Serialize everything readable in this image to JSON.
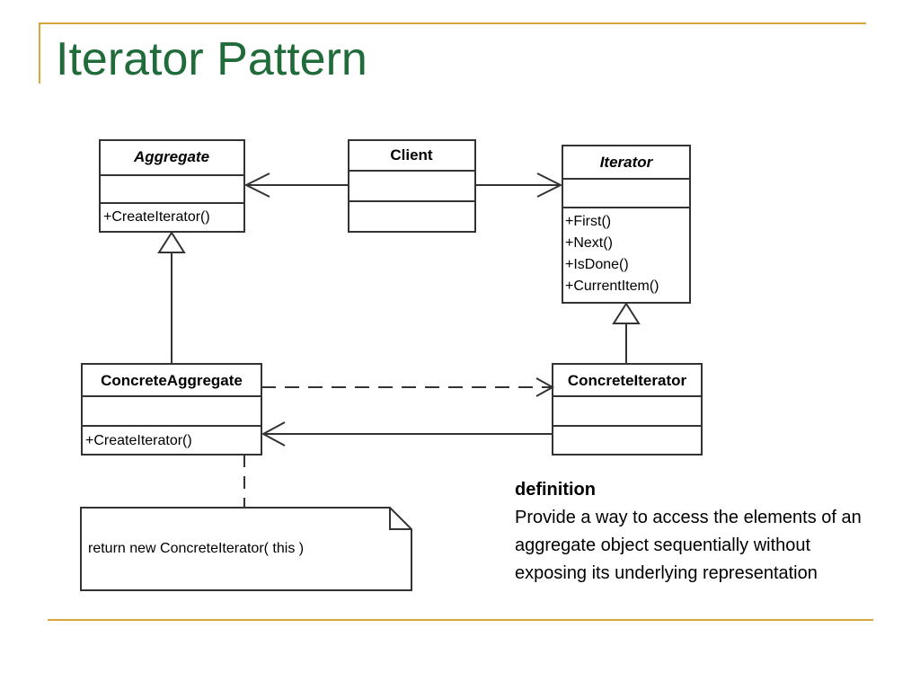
{
  "slide": {
    "title": "Iterator Pattern",
    "accent_color": "#d7a53a",
    "title_color": "#1f6b3a"
  },
  "diagram": {
    "aggregate": {
      "name": "Aggregate",
      "method": "+CreateIterator()"
    },
    "client": {
      "name": "Client"
    },
    "iterator": {
      "name": "Iterator",
      "methods": [
        "+First()",
        "+Next()",
        "+IsDone()",
        "+CurrentItem()"
      ]
    },
    "concrete_aggregate": {
      "name": "ConcreteAggregate",
      "method": "+CreateIterator()"
    },
    "concrete_iterator": {
      "name": "ConcreteIterator"
    },
    "note": {
      "text": "return new ConcreteIterator( this )"
    }
  },
  "definition": {
    "heading": "definition",
    "body": "Provide a way to access the elements of an aggregate object sequentially without exposing its underlying representation"
  }
}
